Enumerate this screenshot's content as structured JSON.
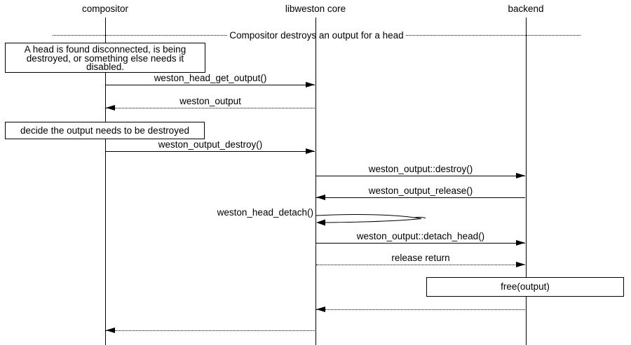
{
  "actors": [
    {
      "label": "compositor"
    },
    {
      "label": "libweston core"
    },
    {
      "label": "backend"
    }
  ],
  "divider": {
    "label": "Compositor destroys an output for a head"
  },
  "notes": {
    "note1": {
      "lines": [
        "A head is found disconnected, is being",
        "destroyed, or something else needs it",
        "disabled."
      ]
    },
    "note2": {
      "text": "decide the output needs to be destroyed"
    },
    "free_box": {
      "text": "free(output)"
    }
  },
  "messages": {
    "head_get_output": {
      "label": "weston_head_get_output()"
    },
    "weston_output_return": {
      "label": "weston_output"
    },
    "output_destroy": {
      "label": "weston_output_destroy()"
    },
    "output_destroy_vfunc": {
      "label": "weston_output::destroy()"
    },
    "output_release": {
      "label": "weston_output_release()"
    },
    "head_detach": {
      "label": "weston_head_detach()"
    },
    "detach_head_vfunc": {
      "label": "weston_output::detach_head()"
    },
    "release_return": {
      "label": "release return"
    }
  },
  "colors": {
    "line": "#000000",
    "background": "#ffffff"
  }
}
